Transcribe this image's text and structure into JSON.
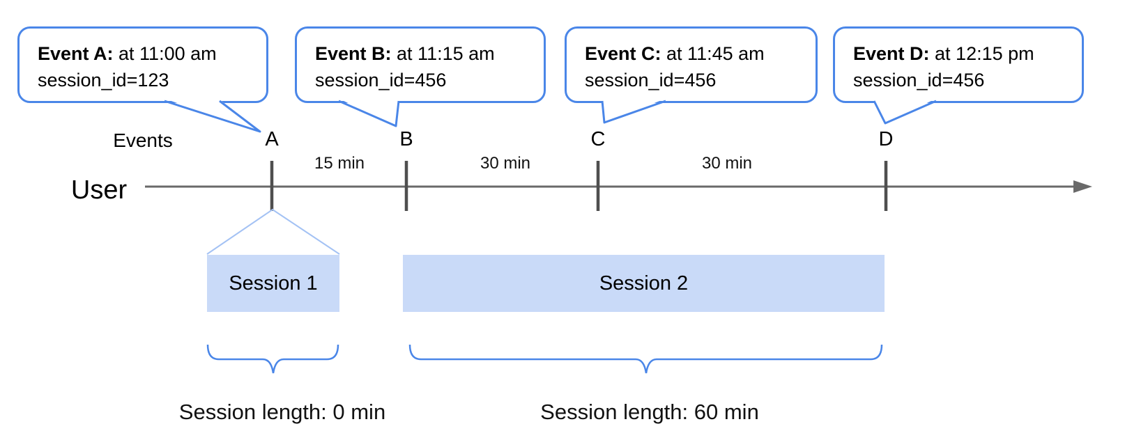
{
  "diagram_title": "event-session-timeline",
  "colors": {
    "bubble_border": "#4a86e8",
    "brace": "#4a86e8",
    "connector": "#a4c2f4",
    "session_fill": "#c9daf8",
    "axis_line": "#696969",
    "tick": "#4f4f4f",
    "text": "#000000"
  },
  "axis": {
    "events_row_label": "Events",
    "user_label": "User"
  },
  "events": [
    {
      "letter": "A",
      "bubble_bold": "Event A:",
      "bubble_time": " at 11:00 am",
      "bubble_session": "session_id=123"
    },
    {
      "letter": "B",
      "bubble_bold": "Event B:",
      "bubble_time": " at 11:15 am",
      "bubble_session": "session_id=456"
    },
    {
      "letter": "C",
      "bubble_bold": "Event C:",
      "bubble_time": " at 11:45 am",
      "bubble_session": "session_id=456"
    },
    {
      "letter": "D",
      "bubble_bold": "Event D:",
      "bubble_time": " at 12:15 pm",
      "bubble_session": "session_id=456"
    }
  ],
  "intervals": [
    {
      "label": "15 min"
    },
    {
      "label": "30 min"
    },
    {
      "label": "30 min"
    }
  ],
  "sessions": [
    {
      "label": "Session 1",
      "length_label": "Session length: 0 min"
    },
    {
      "label": "Session 2",
      "length_label": "Session length: 60 min"
    }
  ]
}
